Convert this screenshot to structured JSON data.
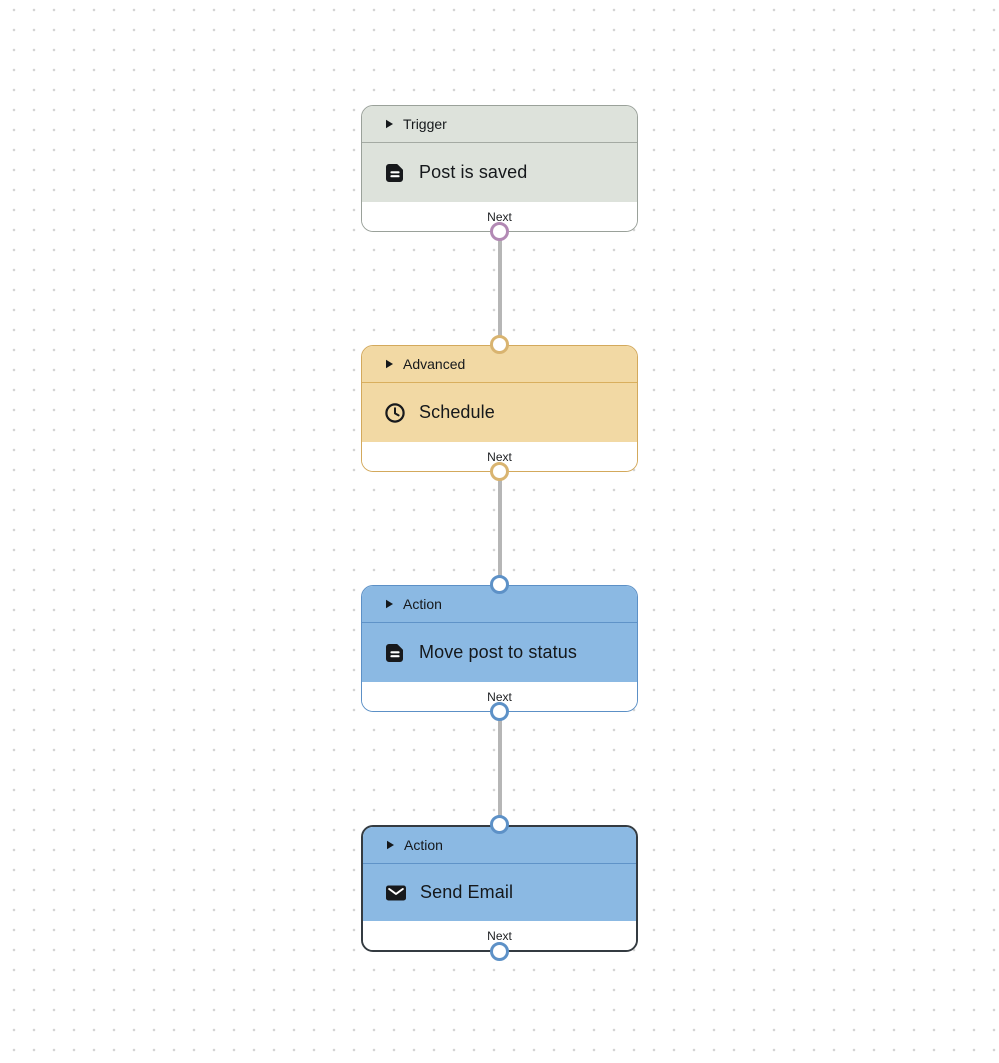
{
  "canvas": {
    "background_color": "#ffffff",
    "dot_color": "#d4d4d4",
    "connector_color": "#b6b6b6"
  },
  "nodes": [
    {
      "category": "Trigger",
      "title": "Post is saved",
      "icon": "document-icon",
      "footer_label": "Next",
      "selected": false,
      "colors": {
        "fill": "#dde2db",
        "border": "#9aa19a",
        "divider": "#a4aaa3",
        "output_handle": "#b289b4"
      }
    },
    {
      "category": "Advanced",
      "title": "Schedule",
      "icon": "clock-icon",
      "footer_label": "Next",
      "selected": false,
      "colors": {
        "fill": "#f2d9a4",
        "border": "#d3a95c",
        "divider": "#d9af5e",
        "input_handle": "#d9b470",
        "output_handle": "#d9b470"
      }
    },
    {
      "category": "Action",
      "title": "Move post to status",
      "icon": "document-icon",
      "footer_label": "Next",
      "selected": false,
      "colors": {
        "fill": "#8bb9e3",
        "border": "#5c90c6",
        "divider": "#5f93c8",
        "input_handle": "#5d91c7",
        "output_handle": "#5d91c7"
      }
    },
    {
      "category": "Action",
      "title": "Send Email",
      "icon": "envelope-icon",
      "footer_label": "Next",
      "selected": true,
      "colors": {
        "fill": "#8bb9e3",
        "border": "#343b41",
        "divider": "#5f93c8",
        "input_handle": "#5d91c7",
        "output_handle": "#5d91c7"
      }
    }
  ]
}
